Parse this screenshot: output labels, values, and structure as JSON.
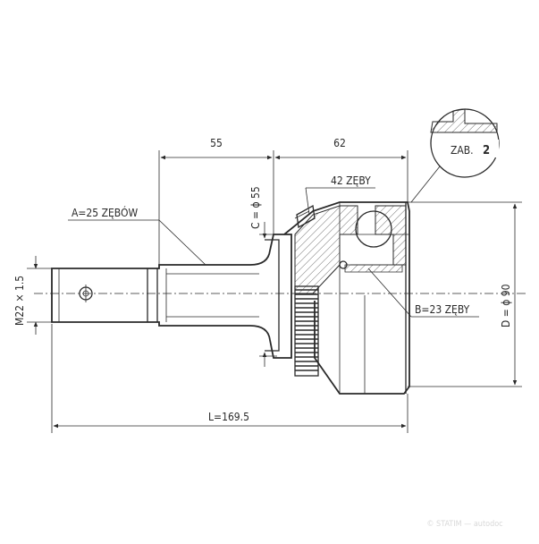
{
  "labels": {
    "dim_55": "55",
    "dim_62": "62",
    "teeth_42": "42 ZĘBY",
    "zab": "ZAB.",
    "zab_num": "2",
    "a_teeth": "A=25 ZĘBÓW",
    "c_dia": "C = ϕ 55",
    "thread": "M22 × 1.5",
    "b_teeth": "B=23 ZĘBY",
    "d_dia": "D = ϕ 90",
    "length": "L=169.5"
  },
  "watermark": "© STATIM — autodoc"
}
